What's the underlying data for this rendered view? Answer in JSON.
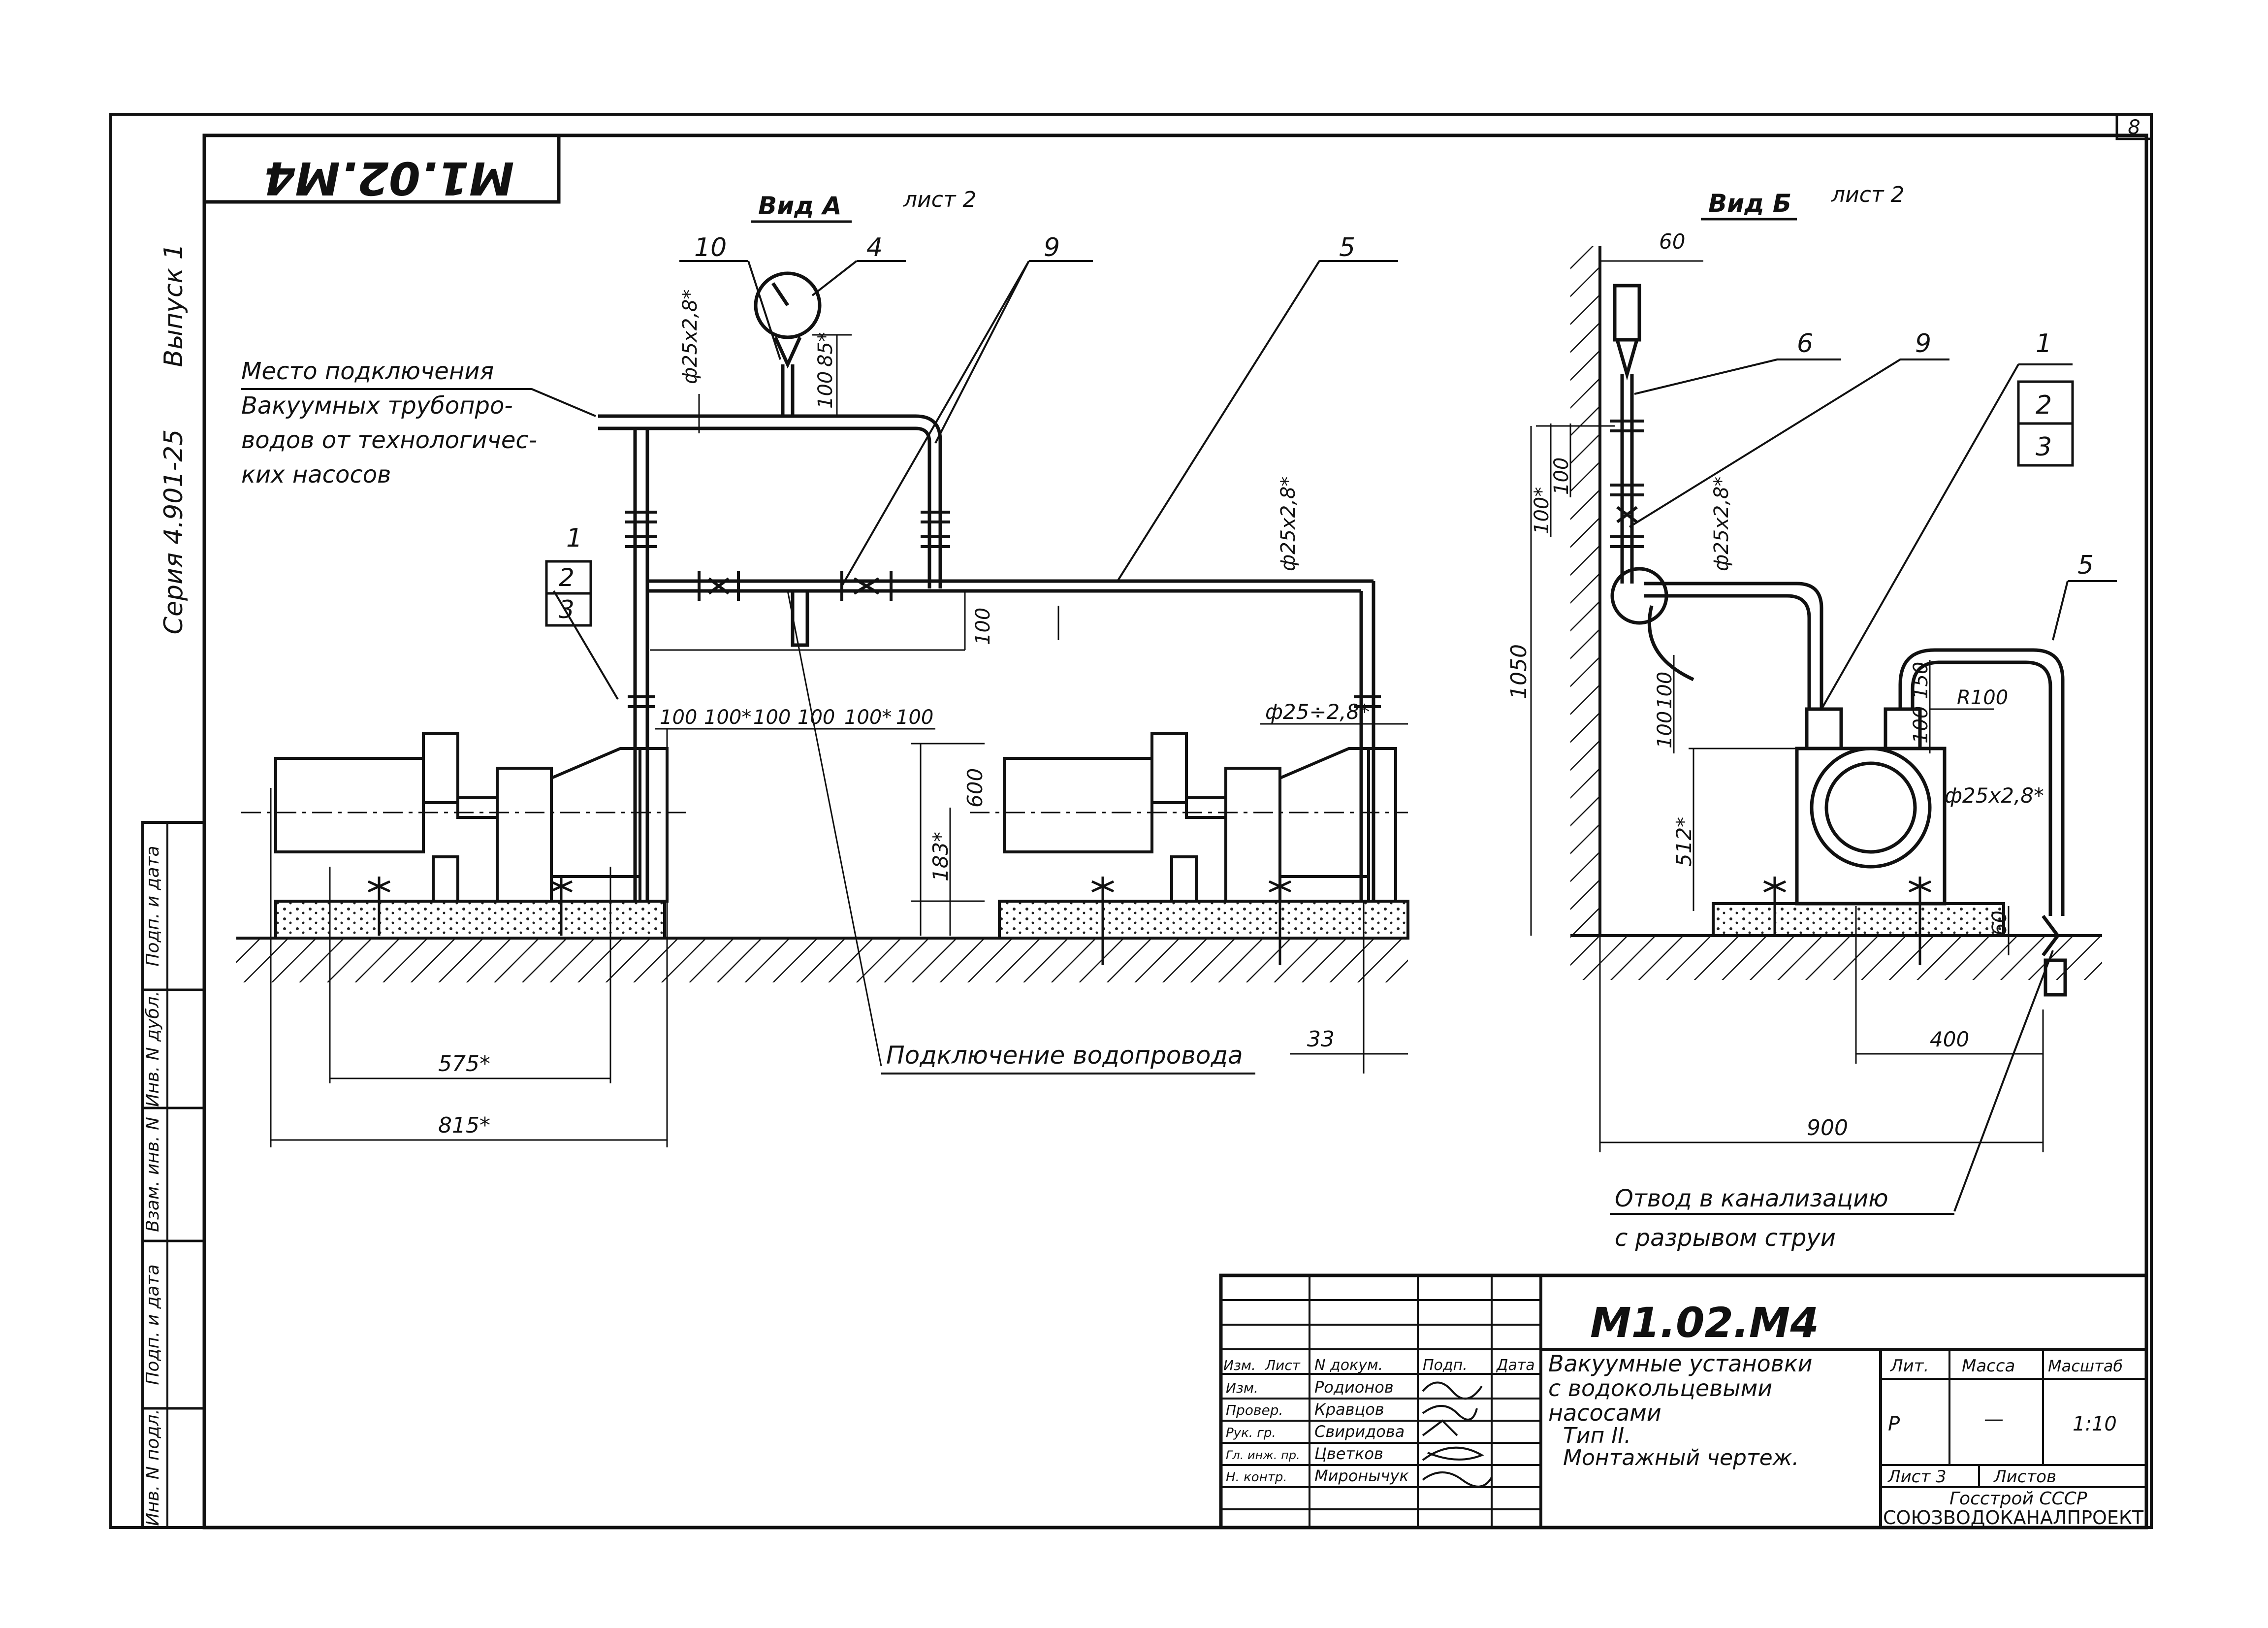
{
  "drawing": {
    "code_top": "M1.02.M4",
    "code_main": "M1.02.M4",
    "series_text": "Серия 4.901-25",
    "issue_text": "Выпуск 1",
    "sheet_number_corner": "8"
  },
  "view_a": {
    "title": "Вид А",
    "sheet_ref": "лист 2",
    "callouts": {
      "c10": "10",
      "c4": "4",
      "c9": "9",
      "c5": "5",
      "c1": "1",
      "c2": "2",
      "c3": "3"
    },
    "note_lines": [
      "Место подключения",
      "Вакуумных трубопро-",
      "водов от технологичес-",
      "ких насосов"
    ],
    "dims": {
      "pipe_top": "ф25x2,8*",
      "pipe_right": "ф25x2,8*",
      "pipe_lower": "ф25÷2,8*",
      "d100": "100",
      "d85": "85*",
      "d100_side": "100",
      "row": [
        "100",
        "100*",
        "100",
        "100",
        "100*",
        "100"
      ],
      "d600": "600",
      "d183": "183*",
      "d575": "575*",
      "d815": "815*",
      "d33": "33"
    },
    "water_supply_label": "Подключение водопровода"
  },
  "view_b": {
    "title": "Вид Б",
    "sheet_ref": "лист 2",
    "callouts": {
      "c6": "6",
      "c9": "9",
      "c1": "1",
      "c2": "2",
      "c3": "3",
      "c5": "5"
    },
    "dims": {
      "d60_top": "60",
      "d100": "100",
      "d100s": "100*",
      "pipe_vert": "ф25x2,8*",
      "d1050": "1050",
      "d100a": "100",
      "d100b": "100",
      "d150": "150",
      "d100c": "100",
      "r100": "R100",
      "pipe_right": "ф25x2,8*",
      "d512": "512*",
      "d60_side": "60",
      "d400": "400",
      "d900": "900"
    },
    "drain_label_1": "Отвод в канализацию",
    "drain_label_2": "с разрывом струи"
  },
  "left_strip": {
    "cells": [
      "Подп. и дата",
      "Инв. N дубл.",
      "Взам. инв. N",
      "Подп. и дата",
      "Инв. N подл."
    ]
  },
  "title_block": {
    "code": "M1.02.M4",
    "title_lines": [
      "Вакуумные установки",
      "с водокольцевыми",
      "насосами",
      "Тип II.",
      "Монтажный чертеж."
    ],
    "header_cols": [
      "Изм.",
      "Лист",
      "N докум.",
      "Подп.",
      "Дата"
    ],
    "people": [
      {
        "role": "Изм.",
        "name": "Родионов"
      },
      {
        "role": "Провер.",
        "name": "Кравцов"
      },
      {
        "role": "Рук. гр.",
        "name": "Свиридова"
      },
      {
        "role": "Гл. инж. пр.",
        "name": "Цветков"
      },
      {
        "role": "Н. контр.",
        "name": "Миронычук"
      }
    ],
    "lit_label": "Лит.",
    "mass_label": "Масса",
    "scale_label": "Масштаб",
    "lit_value": "Р",
    "mass_value": "—",
    "scale_value": "1:10",
    "sheet_label": "Лист 3",
    "sheets_label": "Листов",
    "org_1": "Госстрой СССР",
    "org_2": "СОЮЗВОДОКАНАЛПРОЕКТ"
  }
}
